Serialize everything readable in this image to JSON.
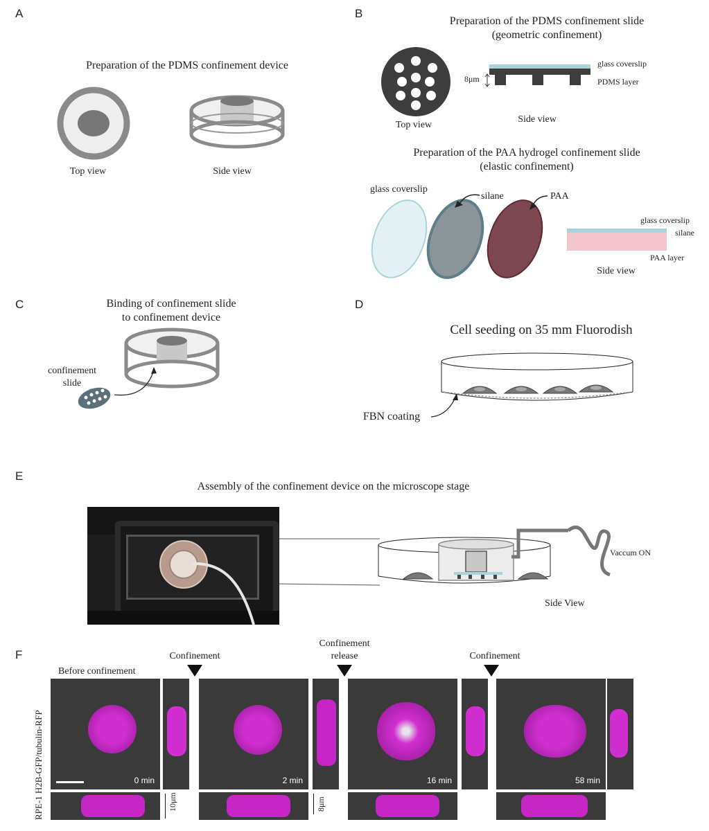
{
  "panels": {
    "a": {
      "letter": "A",
      "title": "Preparation of the PDMS confinement device",
      "top_view": "Top view",
      "side_view": "Side view"
    },
    "b": {
      "letter": "B",
      "title1": "Preparation of the PDMS confinement slide",
      "title1b": "(geometric confinement)",
      "glass": "glass coverslip",
      "height": "8μm",
      "pdms": "PDMS layer",
      "top_view": "Top view",
      "side_view": "Side view",
      "title2": "Preparation of the PAA hydrogel confinement slide",
      "title2b": "(elastic confinement)",
      "glass2": "glass coverslip",
      "silane": "silane",
      "paa": "PAA",
      "glass3": "glass coverslip",
      "silane2": "silane",
      "paa_layer": "PAA layer",
      "side_view2": "Side view"
    },
    "c": {
      "letter": "C",
      "title": "Binding of confinement slide",
      "title_b": "to confinement device",
      "slide1": "confinement",
      "slide2": "slide"
    },
    "d": {
      "letter": "D",
      "title": "Cell seeding on 35 mm Fluorodish",
      "coating": "FBN coating"
    },
    "e": {
      "letter": "E",
      "title": "Assembly of the confinement device on the microscope stage",
      "vacuum": "Vaccum ON",
      "side_view": "Side View"
    },
    "f": {
      "letter": "F",
      "before": "Before confinement",
      "conf1": "Confinement",
      "release1": "Confinement",
      "release2": "release",
      "conf2": "Confinement",
      "ylabel": "RPE-1 H2B-GFP/tubulin-RFP",
      "scale1": "10μm",
      "scale2": "8μm",
      "times": [
        "0 min",
        "2 min",
        "16 min",
        "58 min"
      ]
    }
  },
  "colors": {
    "device_gray": "#8a8a8a",
    "glass": "#a9d4dc",
    "paa": "#f2c6cc",
    "silane": "#6f8791",
    "paa_disc": "#7d4650",
    "magenta": "#e020e0"
  }
}
